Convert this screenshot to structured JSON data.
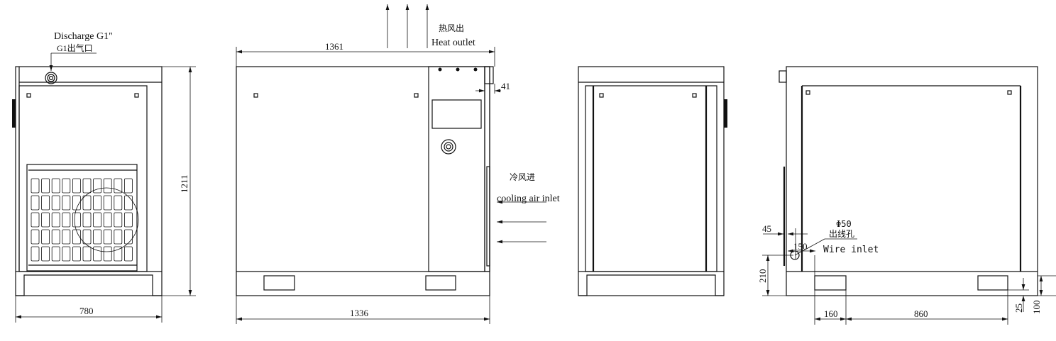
{
  "front_view": {
    "discharge_label": "Discharge G1\"",
    "discharge_label_cn": "G1出气口",
    "width_dim": "780",
    "height_dim": "1211"
  },
  "side_view": {
    "overall_length_dim": "1361",
    "body_length_dim": "1336",
    "fitting_offset_dim": "41",
    "heat_outlet_cn": "热风出",
    "heat_outlet": "Heat outlet",
    "cooling_inlet_cn": "冷风进",
    "cooling_inlet": "cooling air inlet"
  },
  "rear_side_view": {
    "hole_diameter": "Φ50",
    "wire_inlet_cn": "出线孔",
    "wire_inlet": "Wire inlet",
    "dim_45": "45",
    "dim_150": "150",
    "dim_210": "210",
    "dim_160": "160",
    "dim_860": "860",
    "dim_25": "25",
    "dim_100": "100"
  }
}
